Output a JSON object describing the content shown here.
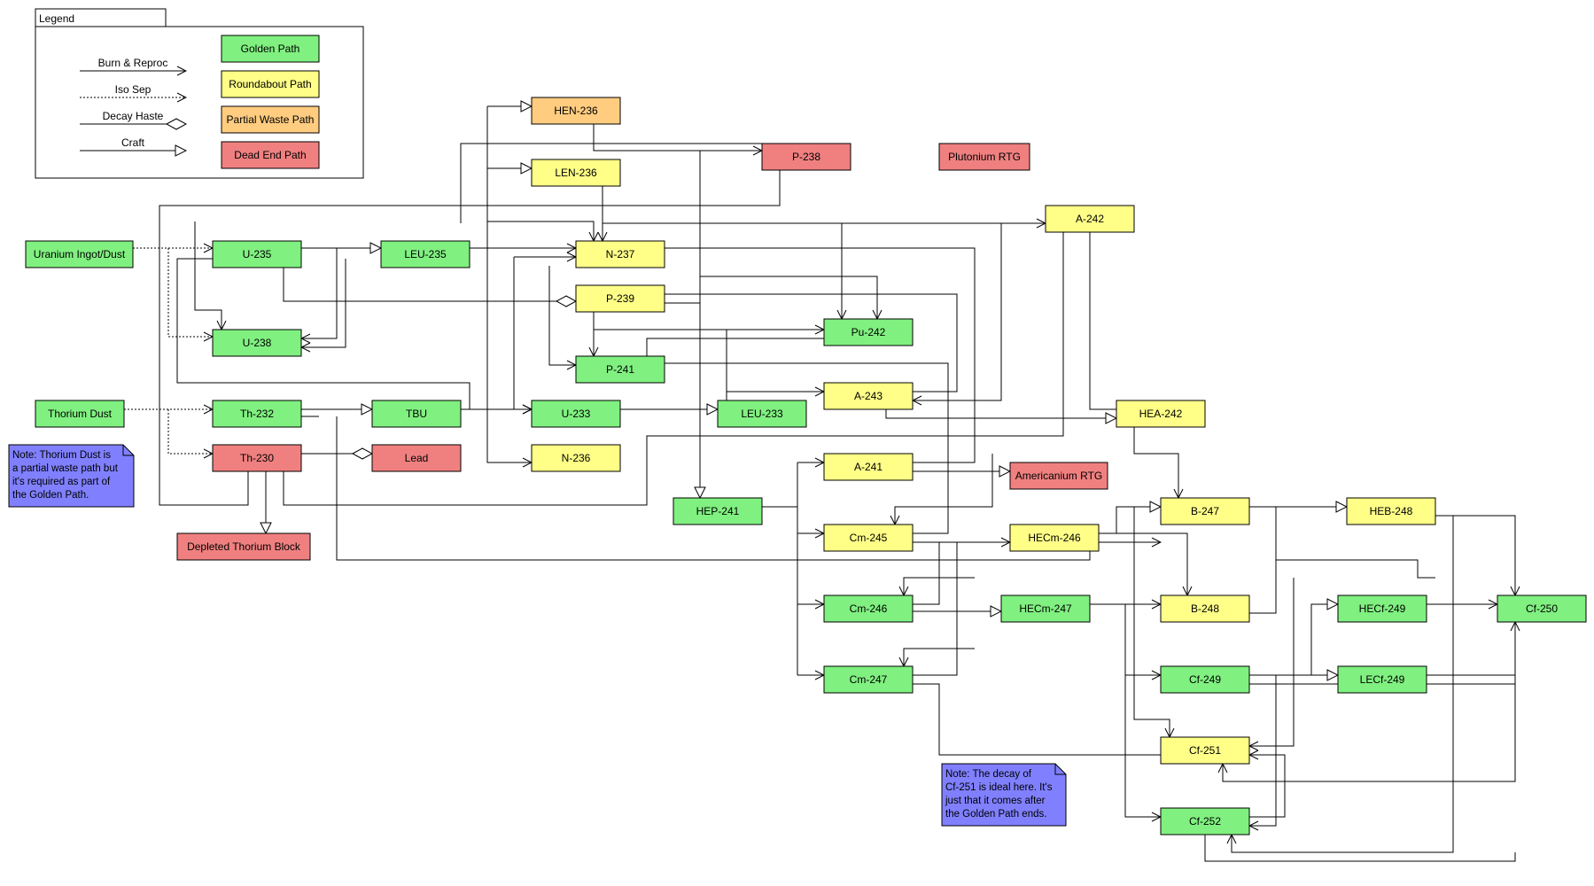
{
  "legend": {
    "title": "Legend",
    "edge_types": [
      {
        "label": "Burn & Reproc",
        "style": "burn"
      },
      {
        "label": "Iso Sep",
        "style": "iso"
      },
      {
        "label": "Decay Haste",
        "style": "decay"
      },
      {
        "label": "Craft",
        "style": "craft"
      }
    ],
    "categories": [
      {
        "label": "Golden Path",
        "color": "#80f080"
      },
      {
        "label": "Roundabout Path",
        "color": "#ffff88"
      },
      {
        "label": "Partial Waste Path",
        "color": "#ffcc80"
      },
      {
        "label": "Dead End Path",
        "color": "#f08080"
      }
    ]
  },
  "colors": {
    "golden": "#80f080",
    "roundabout": "#ffff88",
    "waste": "#ffcc80",
    "dead": "#f08080",
    "note": "#8080ff"
  },
  "notes": {
    "thorium": [
      "Note: Thorium Dust is",
      "a partial waste path but",
      "it's required as part of",
      "the Golden Path."
    ],
    "cf251": [
      "Note: The decay of",
      "Cf-251 is ideal here. It's",
      "just that it comes after",
      "the Golden Path ends."
    ]
  },
  "nodes": {
    "uranium": {
      "label": "Uranium Ingot/Dust",
      "cat": "golden"
    },
    "u235": {
      "label": "U-235",
      "cat": "golden"
    },
    "leu235": {
      "label": "LEU-235",
      "cat": "golden"
    },
    "u238": {
      "label": "U-238",
      "cat": "golden"
    },
    "thdust": {
      "label": "Thorium Dust",
      "cat": "golden"
    },
    "th232": {
      "label": "Th-232",
      "cat": "golden"
    },
    "tbu": {
      "label": "TBU",
      "cat": "golden"
    },
    "th230": {
      "label": "Th-230",
      "cat": "dead"
    },
    "lead": {
      "label": "Lead",
      "cat": "dead"
    },
    "depleted": {
      "label": "Depleted Thorium Block",
      "cat": "dead"
    },
    "hen236": {
      "label": "HEN-236",
      "cat": "waste"
    },
    "len236": {
      "label": "LEN-236",
      "cat": "roundabout"
    },
    "n237": {
      "label": "N-237",
      "cat": "roundabout"
    },
    "p239": {
      "label": "P-239",
      "cat": "roundabout"
    },
    "p241": {
      "label": "P-241",
      "cat": "golden"
    },
    "u233": {
      "label": "U-233",
      "cat": "golden"
    },
    "n236": {
      "label": "N-236",
      "cat": "roundabout"
    },
    "p238": {
      "label": "P-238",
      "cat": "dead"
    },
    "prtg": {
      "label": "Plutonium RTG",
      "cat": "dead"
    },
    "pu242": {
      "label": "Pu-242",
      "cat": "golden"
    },
    "a243": {
      "label": "A-243",
      "cat": "roundabout"
    },
    "leu233": {
      "label": "LEU-233",
      "cat": "golden"
    },
    "a242": {
      "label": "A-242",
      "cat": "roundabout"
    },
    "hea242": {
      "label": "HEA-242",
      "cat": "roundabout"
    },
    "hep241": {
      "label": "HEP-241",
      "cat": "golden"
    },
    "a241": {
      "label": "A-241",
      "cat": "roundabout"
    },
    "amrtg": {
      "label": "Americanium RTG",
      "cat": "dead"
    },
    "cm245": {
      "label": "Cm-245",
      "cat": "roundabout"
    },
    "hecm246": {
      "label": "HECm-246",
      "cat": "roundabout"
    },
    "cm246": {
      "label": "Cm-246",
      "cat": "golden"
    },
    "hecm247": {
      "label": "HECm-247",
      "cat": "golden"
    },
    "cm247": {
      "label": "Cm-247",
      "cat": "golden"
    },
    "b247": {
      "label": "B-247",
      "cat": "roundabout"
    },
    "heb248": {
      "label": "HEB-248",
      "cat": "roundabout"
    },
    "b248": {
      "label": "B-248",
      "cat": "roundabout"
    },
    "cf249": {
      "label": "Cf-249",
      "cat": "golden"
    },
    "hecf249": {
      "label": "HECf-249",
      "cat": "golden"
    },
    "lecf249": {
      "label": "LECf-249",
      "cat": "golden"
    },
    "cf250": {
      "label": "Cf-250",
      "cat": "golden"
    },
    "cf251": {
      "label": "Cf-251",
      "cat": "roundabout"
    },
    "cf252": {
      "label": "Cf-252",
      "cat": "golden"
    }
  }
}
